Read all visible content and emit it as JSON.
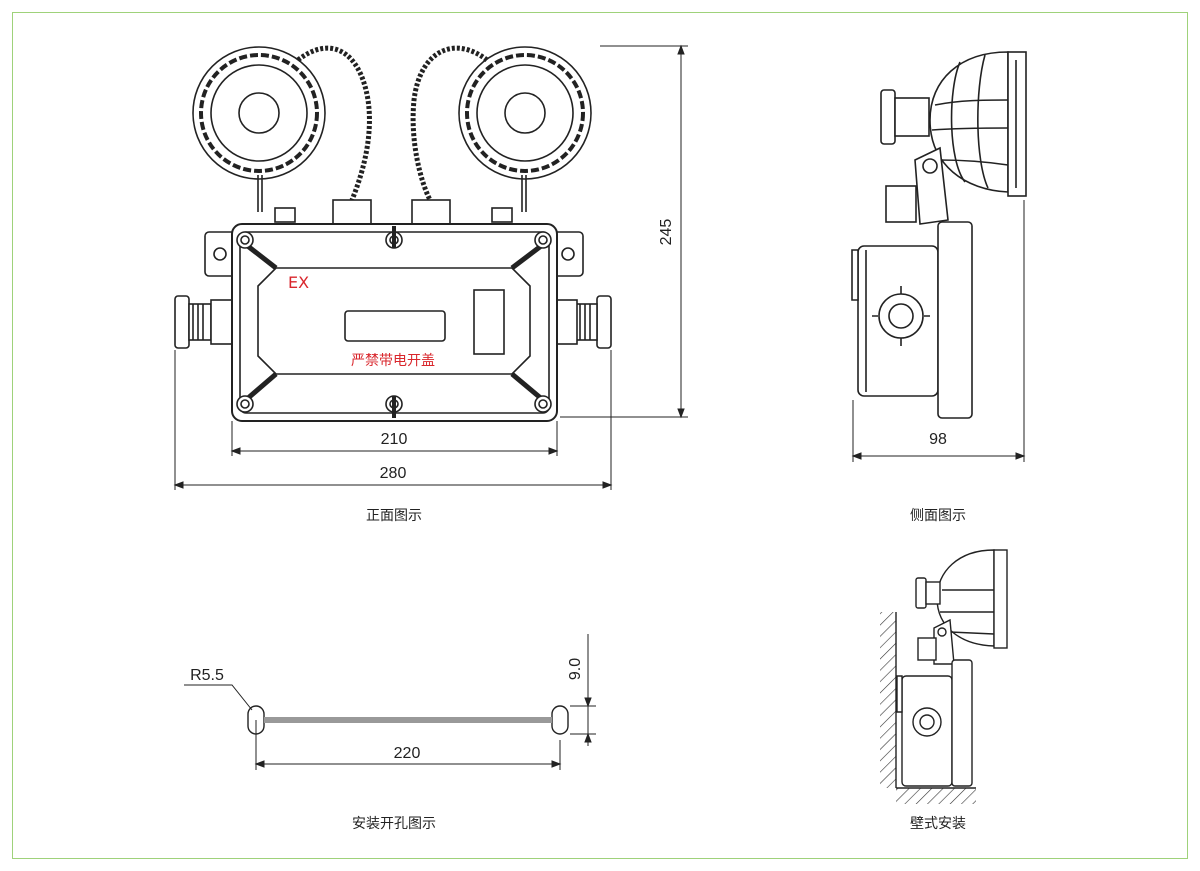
{
  "front_view": {
    "caption": "正面图示",
    "marking_ex": "EX",
    "warning": "严禁带电开盖",
    "dim_body_width": "210",
    "dim_overall_width": "280",
    "dim_height": "245"
  },
  "side_view": {
    "caption": "侧面图示",
    "dim_depth": "98"
  },
  "mounting_view": {
    "caption": "安装开孔图示",
    "dim_radius": "R5.5",
    "dim_hole_spacing": "220",
    "dim_slot_height": "9.0"
  },
  "wall_view": {
    "caption": "壁式安装"
  },
  "colors": {
    "frame": "#9fd27a",
    "ink": "#222222",
    "warning_red": "#d9262c"
  }
}
